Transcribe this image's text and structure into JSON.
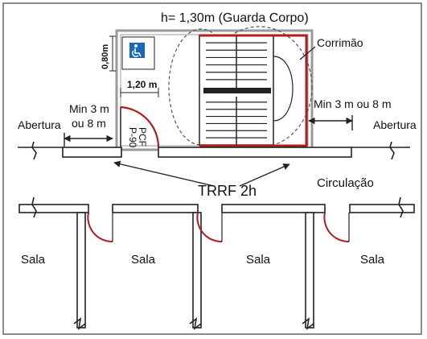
{
  "colors": {
    "wall": "#9a9a9a",
    "line": "#222222",
    "red": "#b11d1d",
    "blue": "#1b67b8",
    "frame": "#8c8c8c"
  },
  "icons": {
    "accessibility": "wheelchair-icon"
  },
  "labels": {
    "guard": "h= 1,30m (Guarda Corpo)",
    "handrail": "Corrimão",
    "dim_080": "0,80m",
    "dim_120": "1,20 m",
    "min_left_1": "Min 3 m",
    "min_left_2": "ou 8 m",
    "min_right": "Min 3 m ou 8 m",
    "opening_left": "Abertura",
    "opening_right": "Abertura",
    "door_line1": "PCF",
    "door_line2": "P-90",
    "trrf": "TRRF 2h",
    "circulation": "Circulação",
    "room": "Sala"
  },
  "rooms": [
    "Sala",
    "Sala",
    "Sala",
    "Sala"
  ]
}
